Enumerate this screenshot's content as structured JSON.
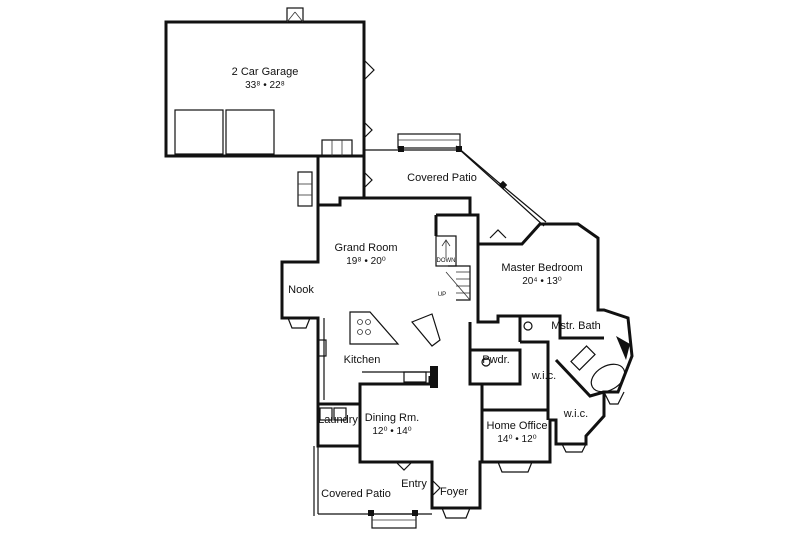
{
  "rooms": {
    "garage": {
      "name": "2 Car Garage",
      "dims": "33⁸ • 22⁸"
    },
    "covered_patio_rear": {
      "name": "Covered Patio"
    },
    "grand_room": {
      "name": "Grand Room",
      "dims": "19⁸ • 20⁰"
    },
    "master_bedroom": {
      "name": "Master Bedroom",
      "dims": "20⁴ • 13⁰"
    },
    "nook": {
      "name": "Nook"
    },
    "kitchen": {
      "name": "Kitchen"
    },
    "master_bath": {
      "name": "Mstr. Bath"
    },
    "powder": {
      "name": "Pwdr."
    },
    "wic_left": {
      "name": "w.i.c."
    },
    "wic_right": {
      "name": "w.i.c."
    },
    "laundry": {
      "name": "Laundry"
    },
    "dining_room": {
      "name": "Dining Rm.",
      "dims": "12⁰ • 14⁰"
    },
    "home_office": {
      "name": "Home Office",
      "dims": "14⁰ • 12⁰"
    },
    "entry": {
      "name": "Entry"
    },
    "foyer": {
      "name": "Foyer"
    },
    "covered_patio_front": {
      "name": "Covered Patio"
    }
  },
  "stair_labels": {
    "down": "DOWN",
    "up": "UP"
  }
}
